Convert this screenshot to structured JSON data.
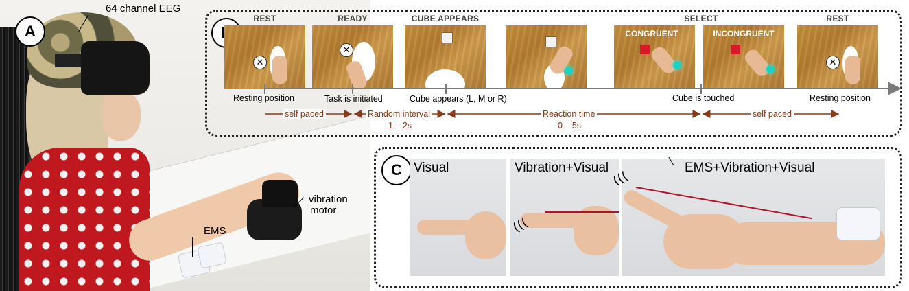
{
  "panel_a": {
    "label": "A",
    "eeg_label": "64 channel EEG",
    "ems_label": "EMS",
    "motor_label_1": "vibration",
    "motor_label_2": "motor"
  },
  "panel_b": {
    "label": "B",
    "stages": [
      {
        "title": "REST",
        "overlay": ""
      },
      {
        "title": "READY",
        "overlay": ""
      },
      {
        "title": "CUBE APPEARS",
        "overlay": ""
      },
      {
        "title": "",
        "overlay": ""
      },
      {
        "title": "",
        "overlay": "CONGRUENT"
      },
      {
        "title": "",
        "overlay": "INCONGRUENT"
      },
      {
        "title": "REST",
        "overlay": ""
      }
    ],
    "select_title": "SELECT",
    "x_mark": "✕",
    "events": [
      "Resting position",
      "Task is initiated",
      "Cube appears (L, M or R)",
      "Cube is touched",
      "Resting position"
    ],
    "intervals": [
      {
        "text": "self paced",
        "sub": ""
      },
      {
        "text": "Random interval",
        "sub": "1 – 2s"
      },
      {
        "text": "Reaction time",
        "sub": "0 – 5s"
      },
      {
        "text": "self paced",
        "sub": ""
      }
    ]
  },
  "panel_c": {
    "label": "C",
    "conditions": [
      "Visual",
      "Vibration+Visual",
      "EMS+Vibration+Visual"
    ],
    "wave_glyph": "((("
  },
  "colors": {
    "timeline": "#8b3b1a",
    "axis": "#7a7a7a",
    "cube_red": "#d7192a",
    "fingertip": "#1fd1c2"
  }
}
